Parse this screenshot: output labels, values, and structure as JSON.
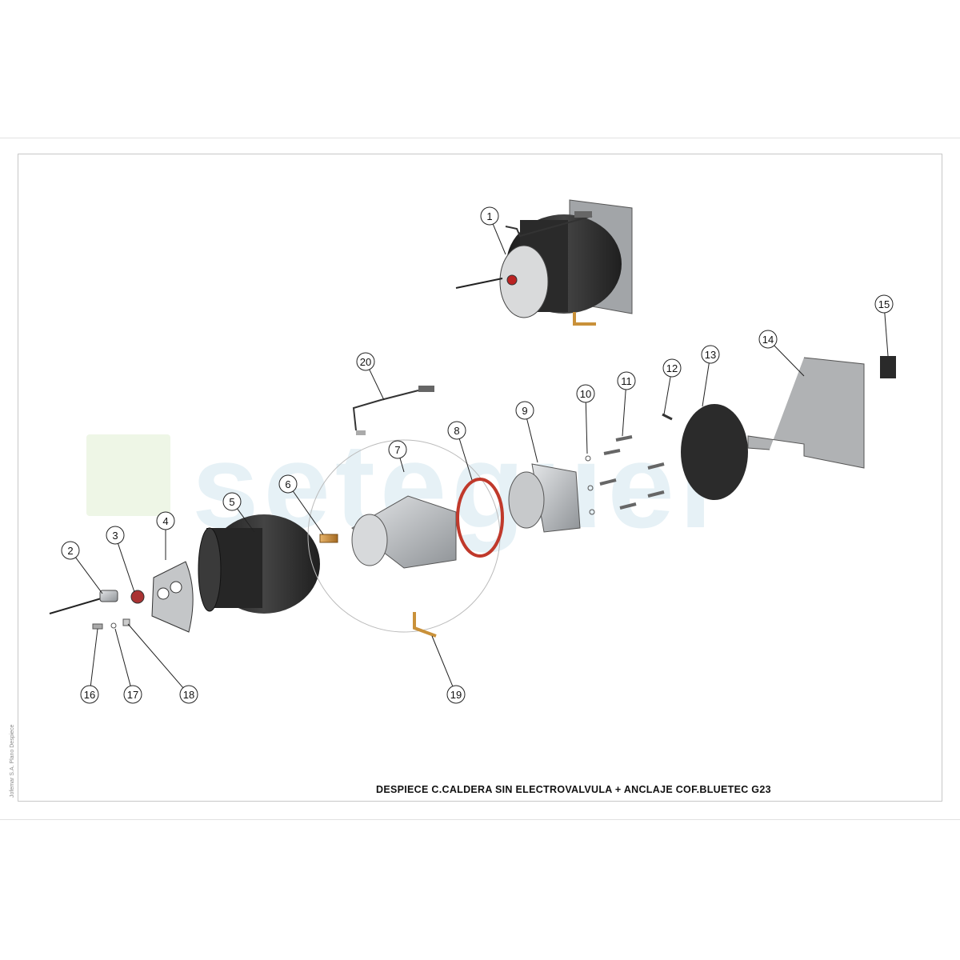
{
  "title": "DESPIECE C.CALDERA SIN ELECTROVALVULA + ANCLAJE COF.BLUETEC G23",
  "side_text": "Jofemar S.A. Plano Despiece",
  "watermark": "seteguer",
  "callouts": [
    "1",
    "2",
    "3",
    "4",
    "5",
    "6",
    "7",
    "8",
    "9",
    "10",
    "11",
    "12",
    "13",
    "14",
    "15",
    "16",
    "17",
    "18",
    "19",
    "20"
  ],
  "colors": {
    "rubber": "#2b2b2b",
    "metal": "#b9bcbf",
    "brass": "#c9913a",
    "seal": "#c0392b",
    "plate": "#a9abad"
  }
}
